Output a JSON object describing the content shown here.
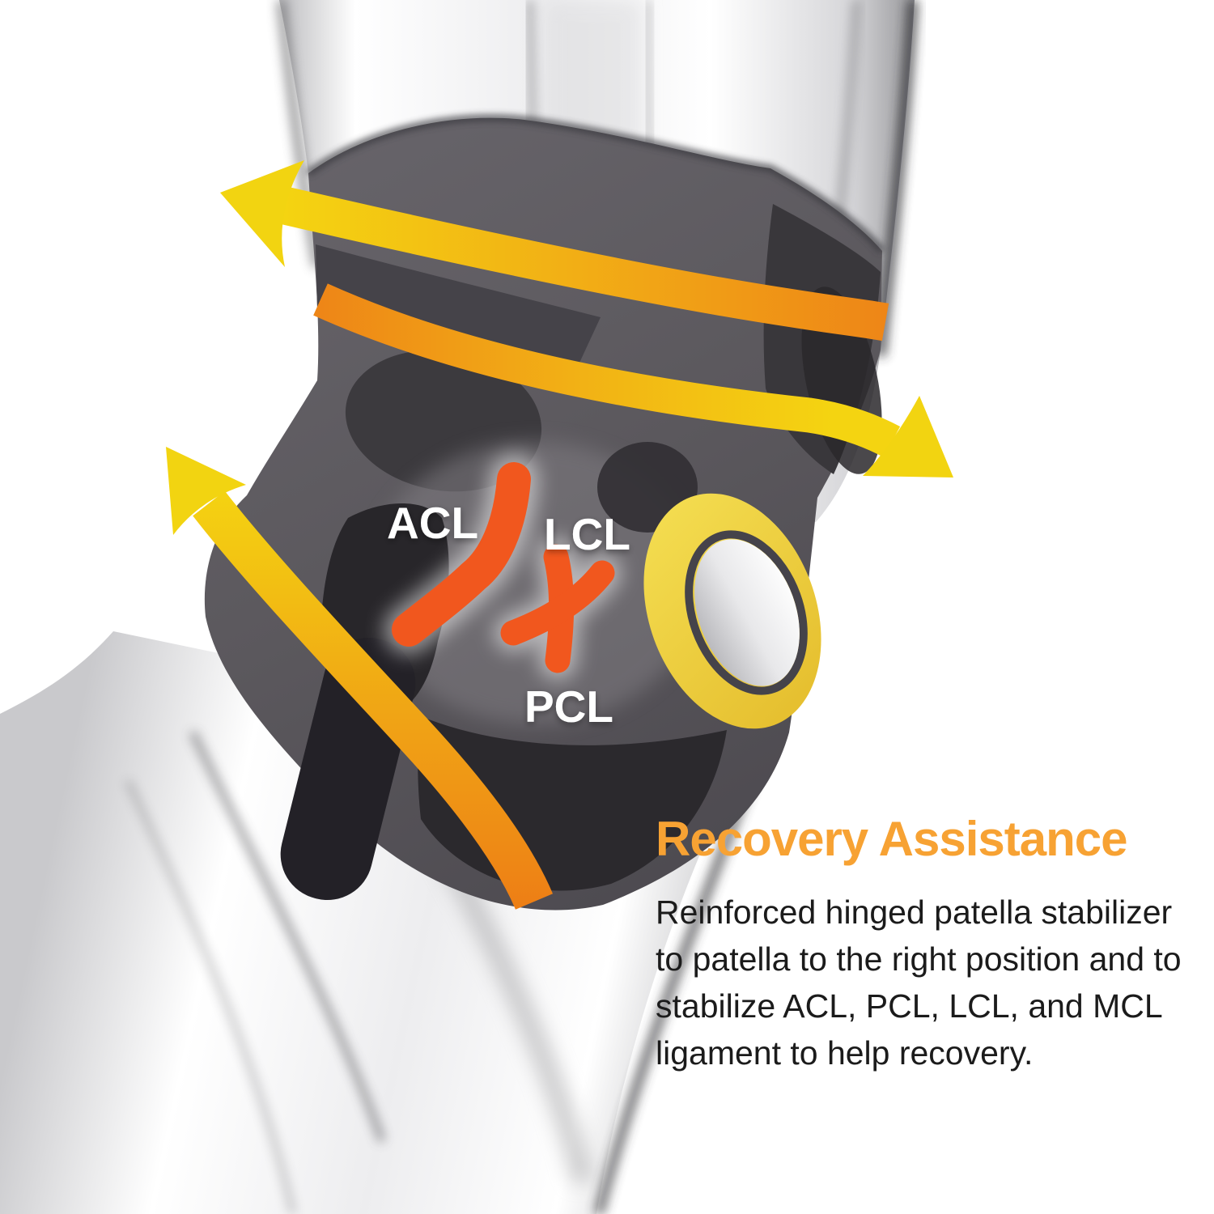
{
  "figure": {
    "labels": {
      "acl": "ACL",
      "lcl": "LCL",
      "pcl": "PCL"
    },
    "colors": {
      "strap_yellow": "#F2D411",
      "strap_orange": "#EE8617",
      "ligament_orange": "#F1571E",
      "ring_yellow": "#EFD23A",
      "brace_gray": "#5B585D",
      "brace_dark": "#2B292D",
      "heading_orange": "#F7A233",
      "body_text": "#1B1B1B"
    },
    "icons": {
      "top_strap": "wrap-arrow-pointing-up-left",
      "middle_strap": "wrap-arrow-pointing-down-right",
      "lower_strap": "wrap-arrow-pointing-up-left"
    }
  },
  "info_panel": {
    "heading": "Recovery Assistance",
    "lines": [
      "Reinforced hinged patella stabilizer",
      "to patella to the right position and to",
      "stabilize ACL, PCL, LCL, and MCL",
      "ligament to help recovery."
    ]
  }
}
